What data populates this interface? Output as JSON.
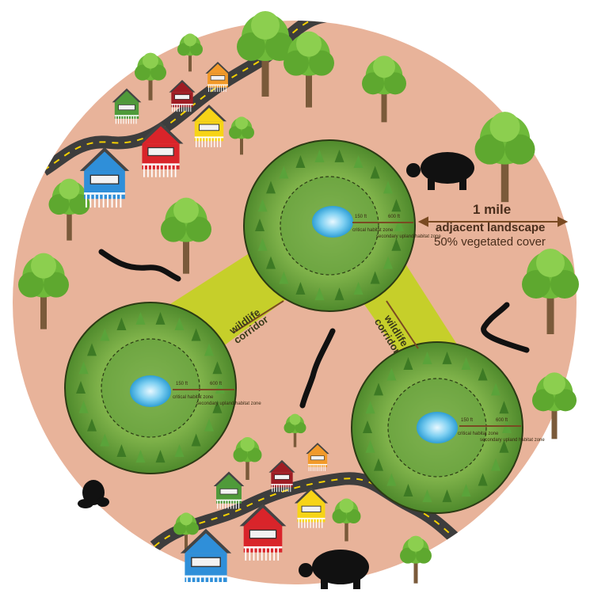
{
  "landscape": {
    "distance_label": "1 mile",
    "area_label": "adjacent landscape",
    "cover_label": "50% vegetated cover"
  },
  "corridors": [
    {
      "line1": "wildlife",
      "line2": "corridor"
    },
    {
      "line1": "wildlife",
      "line2": "corridor"
    }
  ],
  "habitat": {
    "inner_distance": "150 ft",
    "inner_zone": "critical habitat zone",
    "outer_distance": "600 ft",
    "outer_zone": "secondary upland habitat zone"
  },
  "colors": {
    "landscape": "#e8b39a",
    "corridor": "#c6cf2a",
    "habitat_outer": "#7fb24a",
    "habitat_inner": "#5f9a3a",
    "pond": "#4fb8e6",
    "tree_canopy": "#6fba3a",
    "road": "#3d3d3d",
    "arrow": "#7a4a22"
  },
  "icons": [
    "tortoise-icon",
    "salamander-icon",
    "frog-icon",
    "house-icon",
    "tree-icon",
    "pond-icon"
  ]
}
